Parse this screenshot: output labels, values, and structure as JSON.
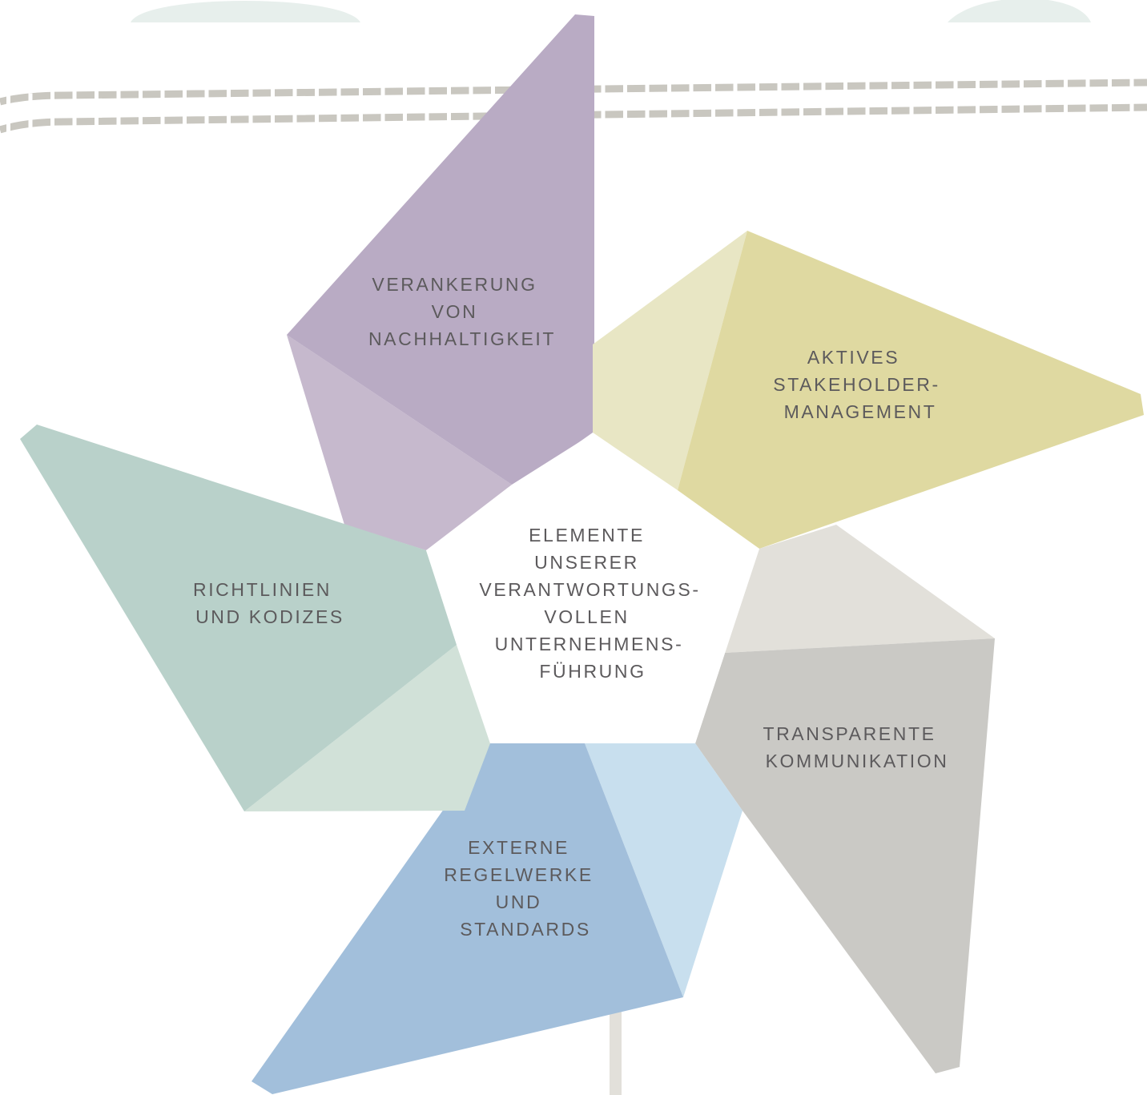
{
  "diagram": {
    "center": {
      "lines": [
        "ELEMENTE",
        "UNSERER",
        "VERANTWORTUNGS-",
        "VOLLEN",
        "UNTERNEHMENS-",
        "FÜHRUNG"
      ]
    },
    "petals": [
      {
        "id": "nachhaltigkeit",
        "lines": [
          "VERANKERUNG",
          "VON",
          "NACHHALTIGKEIT"
        ],
        "color": "#b9abc4",
        "shade_color": "#c6b9cd"
      },
      {
        "id": "stakeholder",
        "lines": [
          "AKTIVES",
          "STAKEHOLDER-",
          "MANAGEMENT"
        ],
        "color": "#dfd9a1",
        "shade_color": "#e8e6c4"
      },
      {
        "id": "kommunikation",
        "lines": [
          "TRANSPARENTE",
          "KOMMUNIKATION"
        ],
        "color": "#cac9c5",
        "shade_color": "#e2e0da"
      },
      {
        "id": "regelwerke",
        "lines": [
          "EXTERNE",
          "REGELWERKE",
          "UND",
          "STANDARDS"
        ],
        "color": "#a2bfdb",
        "shade_color": "#c8dfee"
      },
      {
        "id": "richtlinien",
        "lines": [
          "RICHTLINIEN",
          "UND KODIZES"
        ],
        "color": "#b9d1ca",
        "shade_color": "#d1e1d8"
      }
    ],
    "colors": {
      "text": "#5c5a5c",
      "rail": "#c9c7c0",
      "sleeper": "#ffffff",
      "hill": "#e7efec",
      "stick": "#e2e0da",
      "background": "#ffffff"
    }
  }
}
